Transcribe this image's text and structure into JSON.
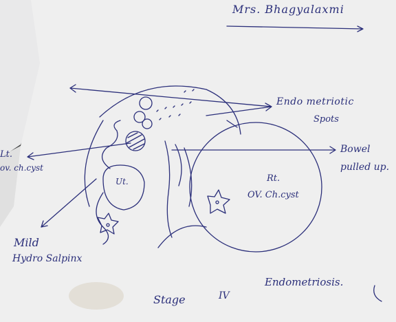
{
  "title": "Mrs. Bhagyalaxmi",
  "labels": {
    "endometriotic_1": "Endo metriotic",
    "endometriotic_2": "Spots",
    "bowel_1": "Bowel",
    "bowel_2": "pulled up.",
    "lt_cyst_1": "Lt.",
    "lt_cyst_2": "ov. ch.cyst",
    "uterus": "Ut.",
    "rt_cyst_1": "Rt.",
    "rt_cyst_2": "OV. Ch.cyst",
    "mild_1": "Mild",
    "mild_2": "Hydro Salpinx",
    "stage_1": "Stage",
    "stage_2": "IV",
    "stage_3": "Endometriosis."
  },
  "colors": {
    "ink": "#2b2f7a",
    "paper": "#eeeeef",
    "background": "#3a3b3c"
  }
}
